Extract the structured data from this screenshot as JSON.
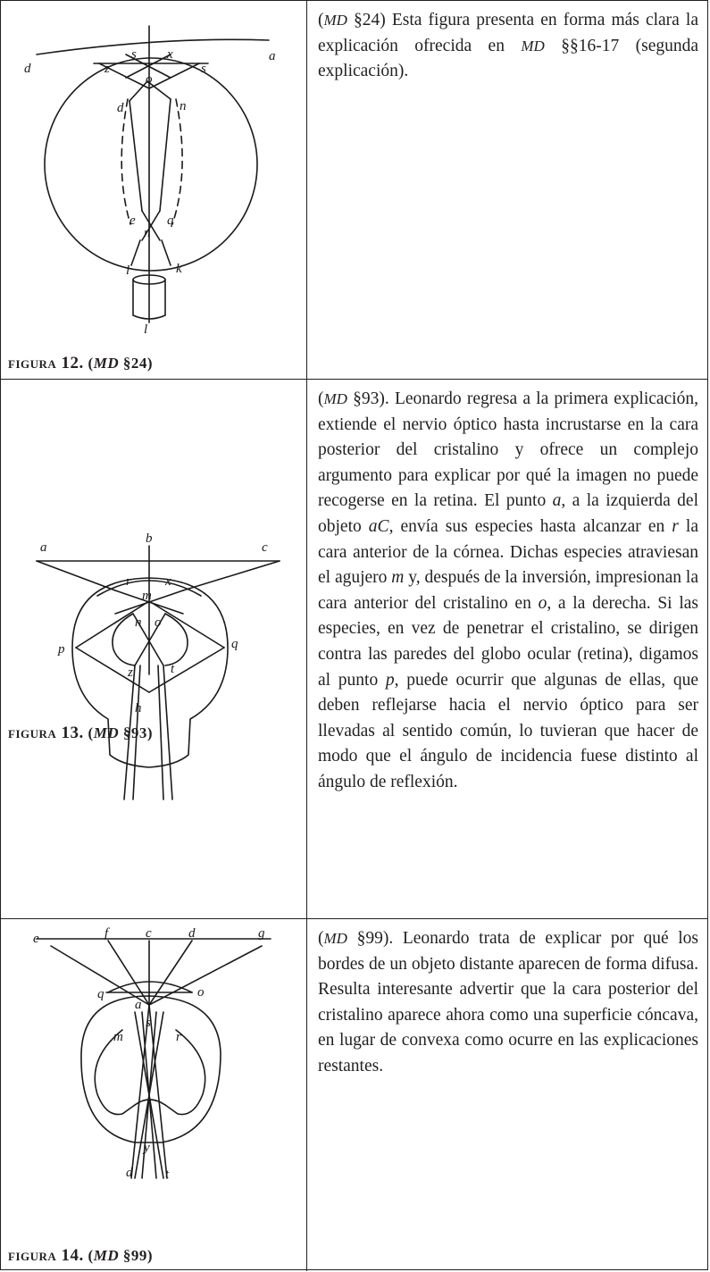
{
  "rows": [
    {
      "caption_prefix": "figura 12.",
      "caption_md": "MD",
      "caption_ref": "§24",
      "text_md": "MD",
      "text": " §24) Esta figura presenta en forma más clara la explicación ofrecida en ",
      "text_md2": "MD",
      "text_tail": " §§16-17 (segunda explicación).",
      "figure_labels": [
        "d",
        "s",
        "x",
        "a",
        "z",
        "s",
        "o",
        "d",
        "n",
        "e",
        "q",
        "n",
        "l",
        "k",
        "l"
      ]
    },
    {
      "caption_prefix": "figura 13.",
      "caption_md": "MD",
      "caption_ref": "§93",
      "text_md": "MD",
      "segments": [
        " §93). Leonardo regresa a la primera explicación, extiende el nervio óptico hasta incrustarse en la cara posterior del cristalino y ofrece un complejo argumento para explicar por qué la imagen no puede recogerse en la retina. El punto ",
        "a",
        ", a la izquierda del objeto ",
        "aC",
        ", envía sus especies hasta alcanzar en ",
        "r",
        " la cara anterior de la córnea. Dichas especies atraviesan el agujero ",
        "m",
        " y, después de la inversión, impresionan la cara anterior del cristalino en ",
        "o",
        ", a la derecha. Si las especies, en vez de penetrar el cristalino, se dirigen contra las paredes del globo ocular (retina), digamos al punto ",
        "p",
        ", puede ocurrir que algunas de ellas, que deben reflejarse hacia el nervio óptico para ser llevadas al sentido común, lo tuvieran que hacer de modo que el ángulo de incidencia fuese distinto al ángulo de reflexión."
      ],
      "figure_labels": [
        "a",
        "b",
        "c",
        "r",
        "x",
        "m",
        "n",
        "o",
        "p",
        "q",
        "z",
        "t",
        "h"
      ]
    },
    {
      "caption_prefix": "figura 14.",
      "caption_md": "MD",
      "caption_ref": "§99",
      "text_md": "MD",
      "text": " §99). Leonardo trata de explicar por qué los bordes de un objeto distante aparecen de forma difusa. Resulta interesante advertir que la cara posterior del cristalino aparece ahora como una superficie cóncava, en lugar de convexa como ocurre en las explicaciones restantes.",
      "figure_labels": [
        "e",
        "f",
        "c",
        "d",
        "g",
        "q",
        "o",
        "a",
        "s",
        "m",
        "r",
        "y",
        "d",
        "t"
      ]
    }
  ]
}
